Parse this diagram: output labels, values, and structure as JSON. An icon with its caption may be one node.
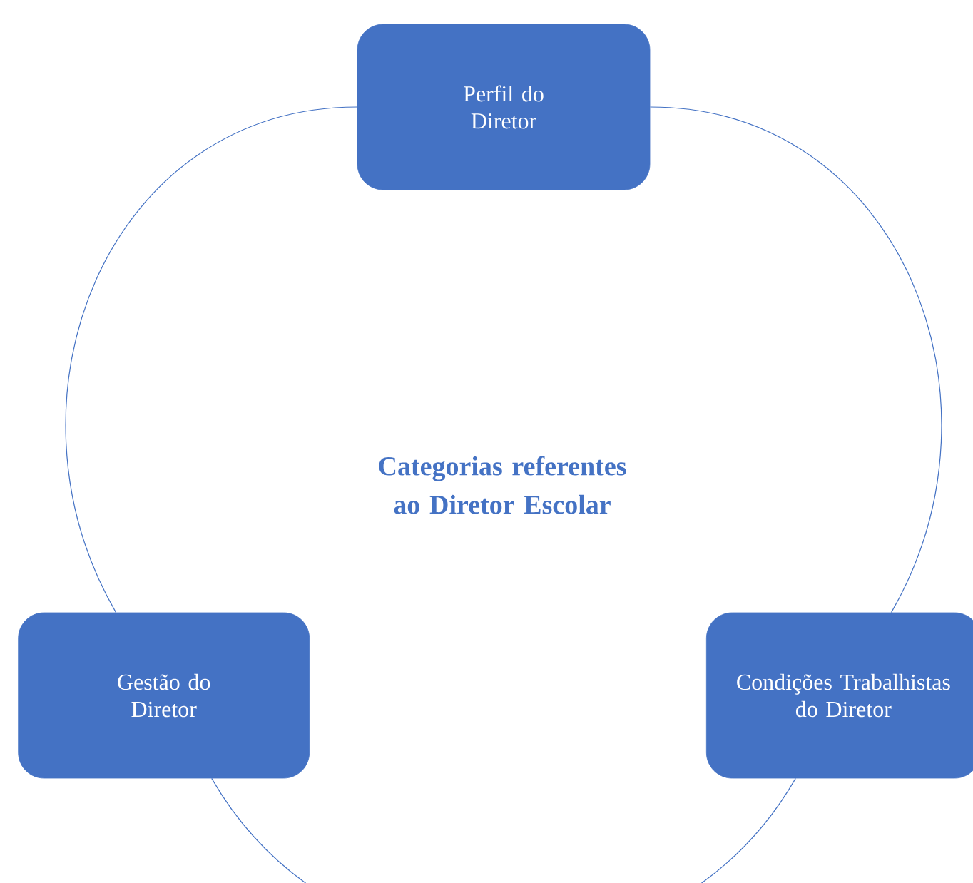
{
  "diagram": {
    "nodes": [
      {
        "text": [
          "Perfil do Diretor"
        ]
      },
      {
        "text": [
          "Condições Trabalhistas do Diretor"
        ]
      },
      {
        "text": [
          "Gestão do Diretor"
        ]
      }
    ],
    "edges": [
      {
        "from": 0,
        "to": 1,
        "arrow": "none"
      },
      {
        "from": 1,
        "to": 2,
        "arrow": "none"
      },
      {
        "from": 2,
        "to": 0,
        "arrow": "none"
      }
    ],
    "labels": [
      "Categorias referentes ao Diretor Escolar"
    ]
  }
}
